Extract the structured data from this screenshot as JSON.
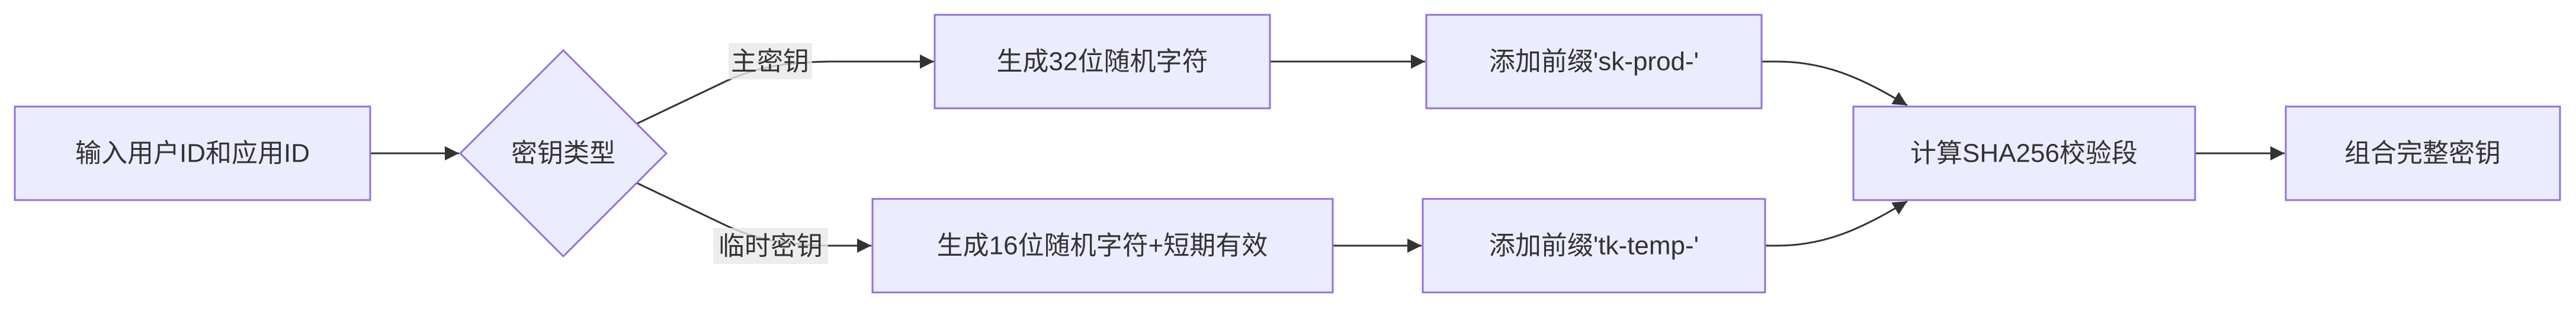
{
  "diagram": {
    "type": "flowchart",
    "colors": {
      "node_fill": "#ECECFF",
      "node_stroke": "#9370DB",
      "edge": "#333333",
      "edge_label_bg": "#E8E8E8",
      "text": "#333333",
      "background": "#FFFFFF"
    },
    "nodes": [
      {
        "label": "输入用户ID和应用ID",
        "shape": "rect"
      },
      {
        "label": "密钥类型",
        "shape": "diamond"
      },
      {
        "label": "生成32位随机字符",
        "shape": "rect"
      },
      {
        "label": "生成16位随机字符+短期有效",
        "shape": "rect"
      },
      {
        "label": "添加前缀'sk-prod-'",
        "shape": "rect"
      },
      {
        "label": "添加前缀'tk-temp-'",
        "shape": "rect"
      },
      {
        "label": "计算SHA256校验段",
        "shape": "rect"
      },
      {
        "label": "组合完整密钥",
        "shape": "rect"
      }
    ],
    "edges": [
      {
        "from": "输入用户ID和应用ID",
        "to": "密钥类型"
      },
      {
        "from": "密钥类型",
        "to": "生成32位随机字符",
        "label": "主密钥"
      },
      {
        "from": "密钥类型",
        "to": "生成16位随机字符+短期有效",
        "label": "临时密钥"
      },
      {
        "from": "生成32位随机字符",
        "to": "添加前缀'sk-prod-'"
      },
      {
        "from": "生成16位随机字符+短期有效",
        "to": "添加前缀'tk-temp-'"
      },
      {
        "from": "添加前缀'sk-prod-'",
        "to": "计算SHA256校验段"
      },
      {
        "from": "添加前缀'tk-temp-'",
        "to": "计算SHA256校验段"
      },
      {
        "from": "计算SHA256校验段",
        "to": "组合完整密钥"
      }
    ]
  }
}
